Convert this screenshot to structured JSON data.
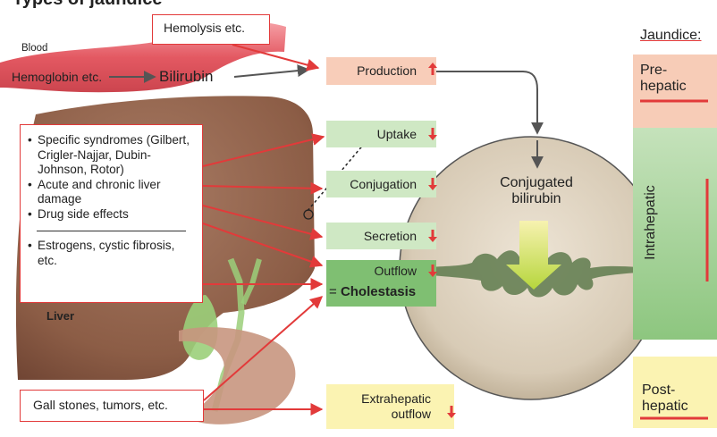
{
  "header": {
    "title": "Types of jaundice"
  },
  "blood": {
    "label": "Blood",
    "hemoglobin": "Hemoglobin etc.",
    "bilirubin": "Bilirubin"
  },
  "liver": {
    "label": "Liver"
  },
  "causes": {
    "hemolysis": "Hemolysis etc.",
    "intrahepatic": [
      "Specific syndromes (Gilbert, Crigler-Najjar, Dubin-Johnson, Rotor)",
      "Acute and chronic liver damage",
      "Drug side effects"
    ],
    "cholestatic": [
      "Estrogens, cystic fibrosis, etc."
    ],
    "extrahepatic": "Gall stones, tumors, etc."
  },
  "steps": {
    "production": "Production",
    "uptake": "Uptake",
    "conjugation": "Conjugation",
    "secretion": "Secretion",
    "outflow": "Outflow",
    "cholestasis_prefix": "= ",
    "cholestasis": "Cholestasis",
    "extrahepatic_line1": "Extrahepatic",
    "extrahepatic_line2": "outflow"
  },
  "magnifier": {
    "label_line1": "Conjugated",
    "label_line2": "bilirubin"
  },
  "jaundice": {
    "title": "Jaundice:",
    "prehepatic_line1": "Pre-",
    "prehepatic_line2": "hepatic",
    "intrahepatic": "Intrahepatic",
    "posthepatic_line1": "Post-",
    "posthepatic_line2": "hepatic"
  },
  "colors": {
    "red": "#e23a3a",
    "production_fill": "#f8cdb9",
    "step_fill": "#cfe8c4",
    "outflow_fill": "#7fbf72",
    "extrahepatic_fill": "#fbf3b2",
    "liver": "#8a5a44"
  }
}
